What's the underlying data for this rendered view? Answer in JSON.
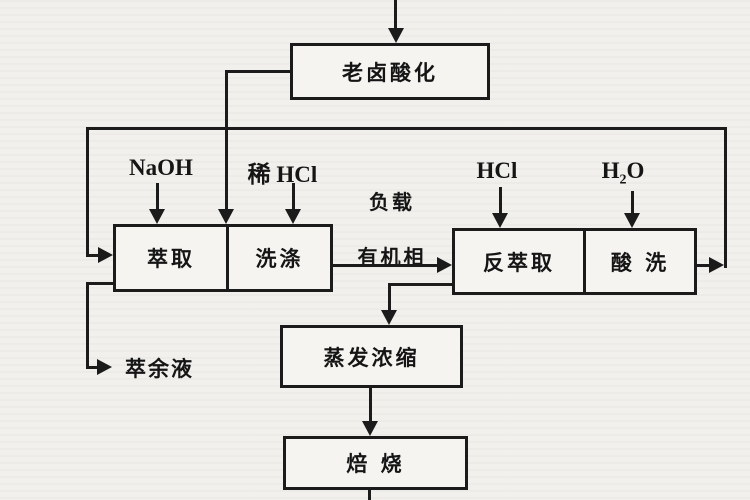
{
  "diagram": {
    "kind": "process-flowchart",
    "language": "zh",
    "nodes": {
      "acidify": {
        "label": "老卤酸化"
      },
      "extraction": {
        "label": "萃取"
      },
      "washing": {
        "label": "洗涤"
      },
      "back_extraction": {
        "label": "反萃取"
      },
      "acid_wash": {
        "label": "酸 洗"
      },
      "evaporation": {
        "label": "蒸发浓缩"
      },
      "roasting": {
        "label": "焙 烧"
      }
    },
    "labels": {
      "naoh": "NaOH",
      "dilute_hcl": "稀 HCl",
      "hcl": "HCl",
      "h2o": {
        "base": "H",
        "sub": "2",
        "o": "O"
      },
      "loaded_organic_line1": "负载",
      "loaded_organic_line2": "有机相",
      "raffinate": "萃余液"
    },
    "edges": [
      {
        "from": "feed-top",
        "to": "acidify"
      },
      {
        "from": "acidify",
        "to": "extraction-washing-top"
      },
      {
        "from": "NaOH",
        "to": "extraction"
      },
      {
        "from": "稀 HCl",
        "to": "washing"
      },
      {
        "from": "washing",
        "to": "back_extraction",
        "label": "负载有机相"
      },
      {
        "from": "HCl",
        "to": "back_extraction"
      },
      {
        "from": "H2O",
        "to": "acid_wash"
      },
      {
        "from": "acid_wash",
        "to": "extraction",
        "note": "organic recycle loop around top"
      },
      {
        "from": "extraction",
        "to": "萃余液"
      },
      {
        "from": "back_extraction",
        "to": "evaporation"
      },
      {
        "from": "evaporation",
        "to": "roasting"
      },
      {
        "from": "roasting",
        "to": "out-bottom"
      }
    ],
    "colors": {
      "line": "#1b1b1b",
      "background": "#f1f0ed",
      "box_fill": "#f5f4f1",
      "text": "#151515"
    }
  }
}
